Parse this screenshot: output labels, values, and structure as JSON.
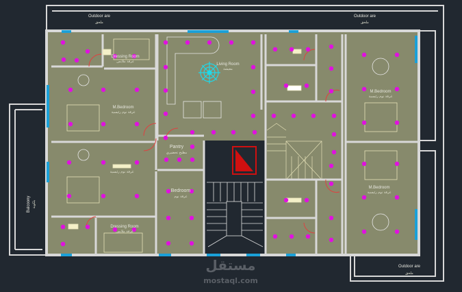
{
  "drawing": {
    "outdoor_areas": [
      {
        "label": "Outdoor are",
        "label_ar": "ملحق"
      },
      {
        "label": "Outdoor are",
        "label_ar": "ملحق"
      },
      {
        "label": "Outdoor are",
        "label_ar": "ملحق"
      }
    ],
    "balcony": {
      "label": "Balcoony",
      "label_ar": "بلكونة"
    },
    "rooms": {
      "living_room": {
        "label": "Living Room",
        "label_ar": "معيشة"
      },
      "pantry": {
        "label": "Pantry",
        "label_ar": "مطبخ تحضيري"
      },
      "bedroom": {
        "label": "Bedroom",
        "label_ar": "غرفة نوم"
      },
      "dressing_top": {
        "label": "Dressing Room",
        "label_ar": "غرفة ملابس"
      },
      "dressing_bottom": {
        "label": "Dressing Room",
        "label_ar": "غرفة ملابس"
      },
      "mbed_left_top": {
        "label": "M.Bedroom",
        "label_ar": "غرفة نوم رئيسية"
      },
      "mbed_left_bottom": {
        "label_ar": "غرفة نوم رئيسية"
      },
      "mbed_right_top": {
        "label": "M.Bedroom",
        "label_ar": "غرفة نوم رئيسية"
      },
      "mbed_right_bottom": {
        "label": "M.Bedroom",
        "label_ar": "غرفة نوم رئيسية"
      }
    },
    "colors": {
      "background": "#212830",
      "floor": "#878a6c",
      "wall": "#d8d8d8",
      "light": "#e010e0",
      "window": "#1aa0d8",
      "door": "#e04040",
      "chandelier": "#20d8e8",
      "elevator": "#d01010"
    }
  },
  "watermark": {
    "brand_ar": "مستقل",
    "brand": "mostaql.com"
  }
}
